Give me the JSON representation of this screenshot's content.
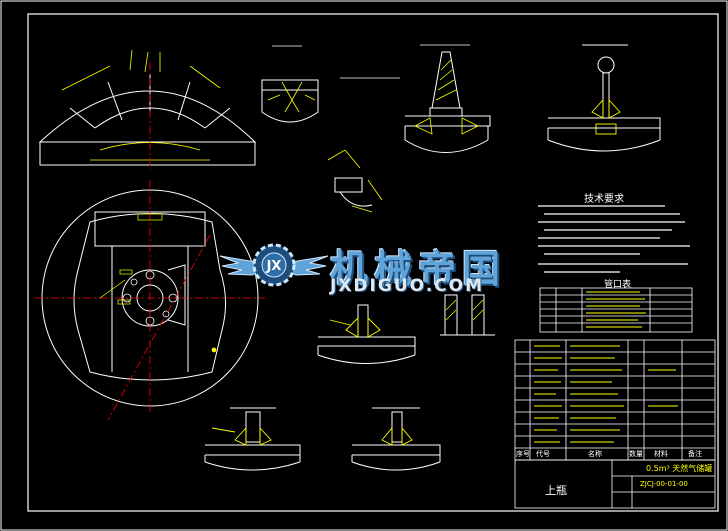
{
  "drawing": {
    "notes_title": "技术要求",
    "nozzle_table_title": "管口表",
    "titleblock_part": "上瓶",
    "titleblock_name": "0.5m³ 天然气储罐",
    "titleblock_code": "ZJCJ-00-01-00",
    "header_labels": [
      "序号",
      "代号",
      "名称",
      "数量",
      "材料",
      "备注"
    ]
  },
  "watermark": {
    "text": "机械帝国",
    "url": "JXDIGUO.COM",
    "emblem_text": "JX"
  },
  "colors": {
    "background": "#000000",
    "line_white": "#ffffff",
    "line_yellow": "#ffff00",
    "line_red": "#ff0000",
    "line_cyan": "#00ffff",
    "line_green": "#00ff00",
    "watermark_blue": "#5fa3d8"
  }
}
